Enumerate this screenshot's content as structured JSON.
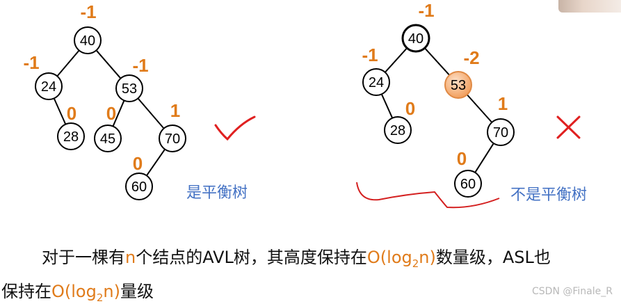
{
  "trees": [
    {
      "nodes": [
        {
          "id": "n40",
          "label": "40",
          "bf": "-1"
        },
        {
          "id": "n24",
          "label": "24",
          "bf": "-1"
        },
        {
          "id": "n53",
          "label": "53",
          "bf": "-1"
        },
        {
          "id": "n28",
          "label": "28",
          "bf": "0"
        },
        {
          "id": "n45",
          "label": "45",
          "bf": "0"
        },
        {
          "id": "n70",
          "label": "70",
          "bf": "1"
        },
        {
          "id": "n60",
          "label": "60",
          "bf": "0"
        }
      ],
      "caption": "是平衡树",
      "verdict": "check"
    },
    {
      "nodes": [
        {
          "id": "m40",
          "label": "40",
          "bf": "-1"
        },
        {
          "id": "m24",
          "label": "24",
          "bf": "-1"
        },
        {
          "id": "m53",
          "label": "53",
          "bf": "-2"
        },
        {
          "id": "m28",
          "label": "28",
          "bf": "0"
        },
        {
          "id": "m70",
          "label": "70",
          "bf": "1"
        },
        {
          "id": "m60",
          "label": "60",
          "bf": "0"
        }
      ],
      "caption": "不是平衡树",
      "verdict": "cross"
    }
  ],
  "colors": {
    "balance_factor": "#e07b1a",
    "caption": "#4472c4",
    "check_mark": "#e02020",
    "cross_mark": "#e02020",
    "highlight_node": "#f6b47f",
    "underline": "#d42020"
  },
  "text": {
    "line1_a": "对于一棵有",
    "line1_n": "n",
    "line1_b": "个结点的AVL树，其高度保持在",
    "line1_o": "O(log",
    "line1_sub": "2",
    "line1_o2": "n)",
    "line1_c": "数量级，ASL也",
    "line2_a": "保持在",
    "line2_o": "O(log",
    "line2_sub": "2",
    "line2_o2": "n)",
    "line2_b": "量级"
  },
  "watermark": "CSDN @Finale_R"
}
